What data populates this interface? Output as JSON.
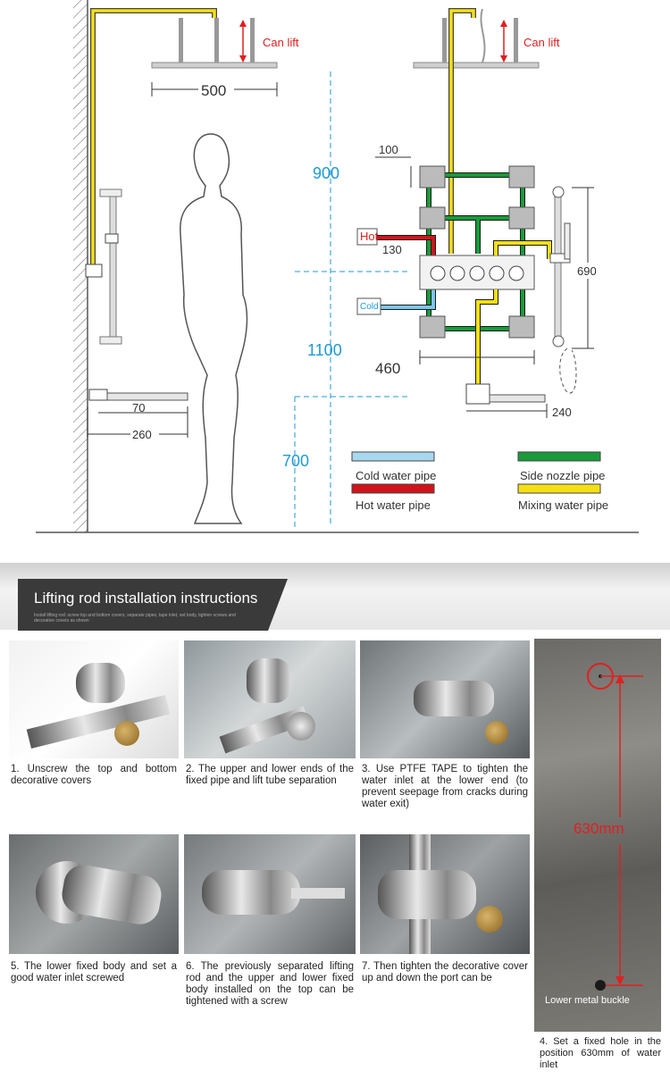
{
  "diagram": {
    "can_lift_left": "Can lift",
    "can_lift_right": "Can lift",
    "dim_500": "500",
    "dim_900": "900",
    "dim_1100": "1100",
    "dim_700": "700",
    "dim_100": "100",
    "dim_130": "130",
    "dim_460": "460",
    "dim_690": "690",
    "dim_240": "240",
    "dim_70": "70",
    "dim_260": "260",
    "hot_label": "Hot",
    "cold_label": "Cold",
    "legend": {
      "cold": "Cold water pipe",
      "hot": "Hot water pipe",
      "side": "Side nozzle pipe",
      "mixing": "Mixing water pipe"
    },
    "colors": {
      "cold": "#a8d8f0",
      "hot": "#d0141b",
      "side": "#1a9a3a",
      "mixing": "#f5e016"
    }
  },
  "banner": {
    "title": "Lifting rod installation instructions",
    "subtitle": "Install lifting rod: screw top and bottom covers, separate pipes, tape inlet, set body, tighten screws and decorative covers as shown"
  },
  "steps": [
    "1. Unscrew the top and bottom decorative covers",
    "2. The upper and lower ends of the fixed pipe and lift tube separation",
    "3. Use PTFE TAPE to tighten the water inlet at the lower end (to prevent seepage from cracks during water exit)",
    "5. The lower fixed body and set a good water inlet screwed",
    "6. The previously separated lifting rod and the upper and lower fixed body installed on the top can be tightened with a screw",
    "7. Then tighten the decorative cover up and down the port can be"
  ],
  "right_panel": {
    "measure": "630mm",
    "buckle_label": "Lower metal buckle",
    "step4": "4. Set a fixed hole in the position 630mm of water inlet"
  }
}
